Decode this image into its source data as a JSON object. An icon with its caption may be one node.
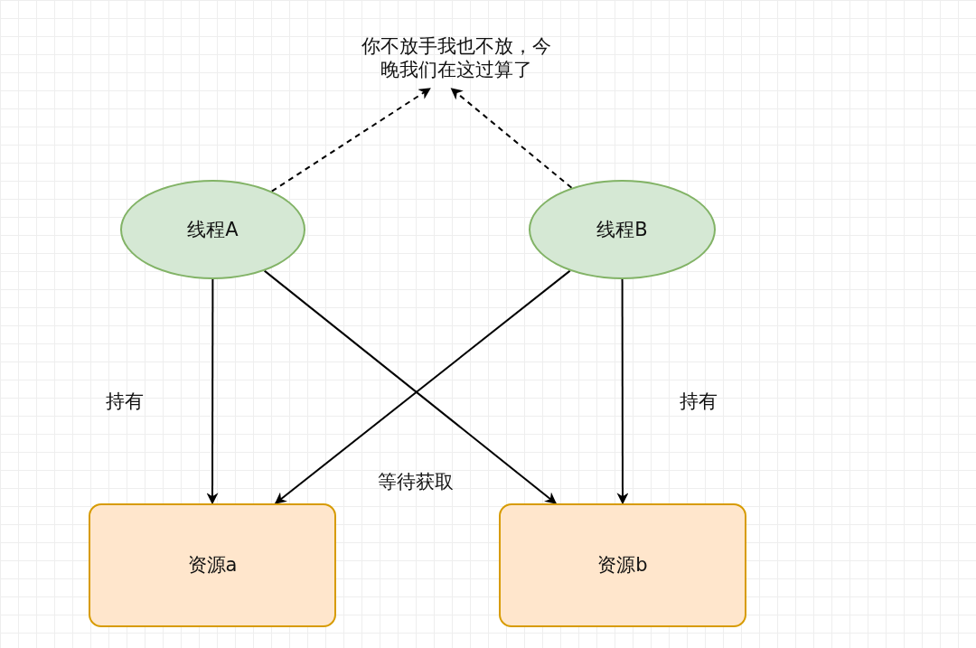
{
  "diagram": {
    "nodes": [
      {
        "text": [
          "你不放手我也不放，今晚我们在这过算了"
        ]
      },
      {
        "text": [
          "线程A"
        ]
      },
      {
        "text": [
          "线程B"
        ]
      },
      {
        "text": [
          "资源a"
        ]
      },
      {
        "text": [
          "资源b"
        ]
      }
    ],
    "edges": [
      {
        "from": 1,
        "to": 0,
        "arrow": "to",
        "style": "dashed"
      },
      {
        "from": 2,
        "to": 0,
        "arrow": "to",
        "style": "dashed"
      },
      {
        "from": 1,
        "to": 3,
        "arrow": "to"
      },
      {
        "from": 1,
        "to": 4,
        "arrow": "to"
      },
      {
        "from": 2,
        "to": 3,
        "arrow": "to"
      },
      {
        "from": 2,
        "to": 4,
        "arrow": "to"
      }
    ],
    "labels": [
      "持有",
      "持有",
      "等待获取"
    ]
  }
}
